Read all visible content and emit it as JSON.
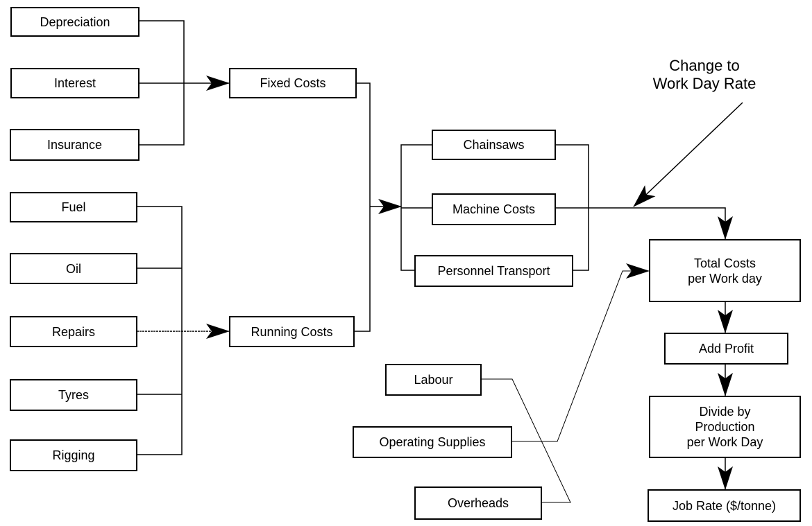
{
  "nodes": {
    "depreciation": "Depreciation",
    "interest": "Interest",
    "insurance": "Insurance",
    "fuel": "Fuel",
    "oil": "Oil",
    "repairs": "Repairs",
    "tyres": "Tyres",
    "rigging": "Rigging",
    "fixed_costs": "Fixed Costs",
    "running_costs": "Running Costs",
    "chainsaws": "Chainsaws",
    "machine_costs": "Machine Costs",
    "personnel_transport": "Personnel Transport",
    "total_costs_1": "Total Costs",
    "total_costs_2": "per Work day",
    "add_profit": "Add Profit",
    "divide_1": "Divide by",
    "divide_2": "Production",
    "divide_3": "per Work Day",
    "job_rate": "Job Rate ($/tonne)",
    "labour": "Labour",
    "operating_supplies": "Operating Supplies",
    "overheads": "Overheads"
  },
  "annotation": {
    "line1": "Change to",
    "line2": "Work Day Rate"
  }
}
